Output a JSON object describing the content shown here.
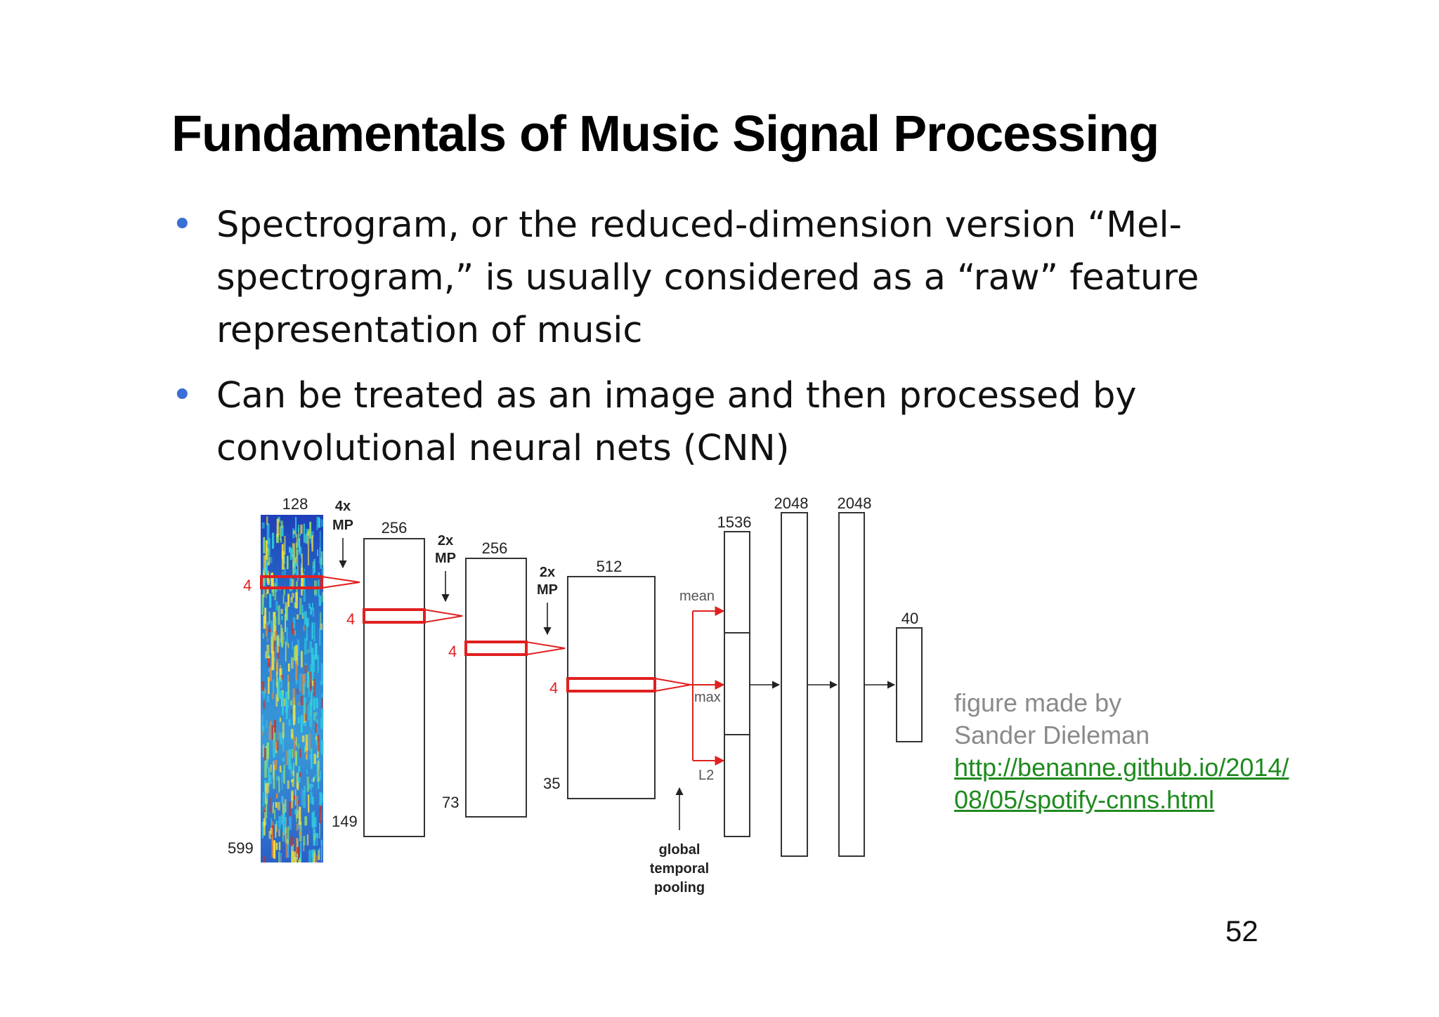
{
  "slide": {
    "title": "Fundamentals of Music Signal Processing",
    "bullets": [
      "Spectrogram, or the reduced-dimension version “Mel-spectrogram,” is usually considered as a “raw” feature representation of music",
      "Can be treated as an image and then processed by convolutional neural nets (CNN)"
    ],
    "page_number": "52"
  },
  "diagram": {
    "input": {
      "width_label": "128",
      "height_label": "599",
      "filter_label": "4"
    },
    "pool1": {
      "line1": "4x",
      "line2": "MP"
    },
    "conv1": {
      "width_label": "256",
      "height_label": "149",
      "filter_label": "4"
    },
    "pool2": {
      "line1": "2x",
      "line2": "MP"
    },
    "conv2": {
      "width_label": "256",
      "height_label": "73",
      "filter_label": "4"
    },
    "pool3": {
      "line1": "2x",
      "line2": "MP"
    },
    "conv3": {
      "width_label": "512",
      "height_label": "35",
      "filter_label": "4"
    },
    "pooling": {
      "mean": "mean",
      "max": "max",
      "l2": "L2",
      "caption": [
        "global",
        "temporal",
        "pooling"
      ]
    },
    "dense": {
      "concat_label": "1536",
      "fc1_label": "2048",
      "fc2_label": "2048",
      "out_label": "40"
    },
    "colors": {
      "filter": "#e02020",
      "box": "#333333",
      "text": "#222222"
    }
  },
  "credit": {
    "line1": "figure made by",
    "line2": "Sander Dieleman",
    "link_line1": "http://benanne.github.io/2014/",
    "link_line2": "08/05/spotify-cnns.html"
  }
}
